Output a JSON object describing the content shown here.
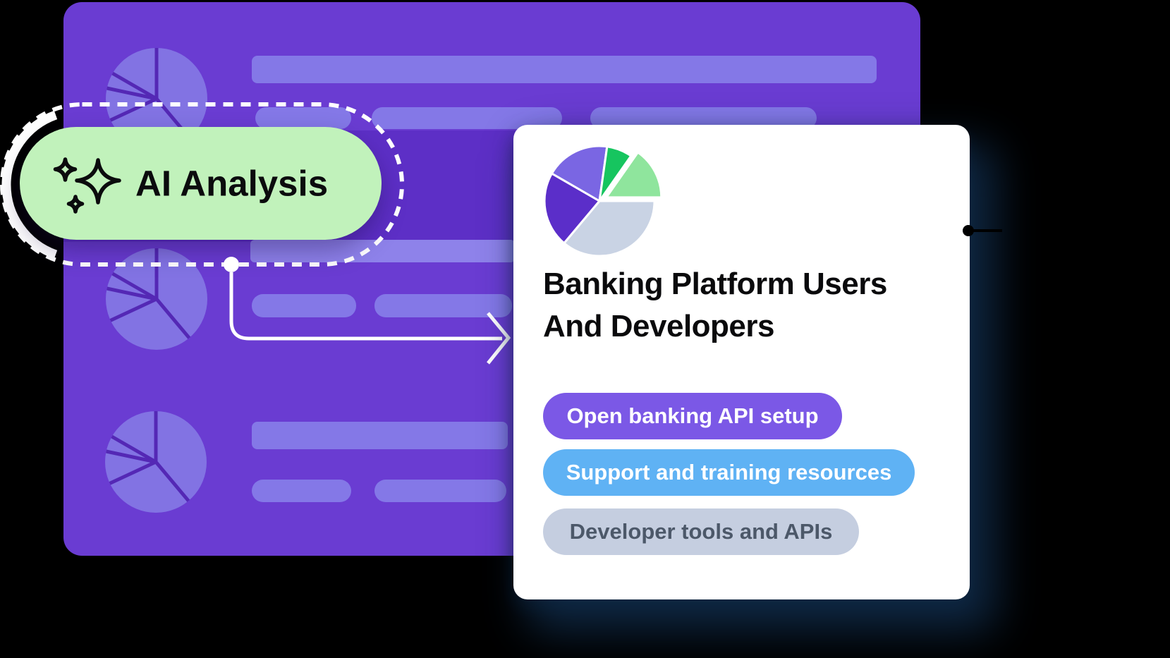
{
  "ai_badge": {
    "label": "AI Analysis",
    "icon": "sparkles-icon",
    "bg_color": "#C1F2BB",
    "text_color": "#0B0B0D"
  },
  "card": {
    "title_lines": [
      "Banking Platform Users",
      "And Developers"
    ],
    "tags": [
      {
        "label": "Open banking API setup",
        "bg": "#7B58E6",
        "fg": "#FFFFFF"
      },
      {
        "label": "Support and training resources",
        "bg": "#5FB2F4",
        "fg": "#FFFFFF"
      },
      {
        "label": "Developer tools and APIs",
        "bg": "#C5CEE0",
        "fg": "#4C5869"
      }
    ],
    "chart": {
      "type": "pie",
      "slices": [
        {
          "name": "lavender",
          "value": 36,
          "color": "#C9D3E4",
          "start": 230,
          "end": 360,
          "exploded": false
        },
        {
          "name": "dark-purple",
          "value": 22,
          "color": "#5B2EC9",
          "start": 150,
          "end": 230,
          "exploded": false
        },
        {
          "name": "periwinkle",
          "value": 19,
          "color": "#7A66E3",
          "start": 82,
          "end": 150,
          "exploded": false
        },
        {
          "name": "bright-green",
          "value": 8,
          "color": "#16C55F",
          "start": 55,
          "end": 82,
          "exploded": false
        },
        {
          "name": "light-green",
          "value": 15,
          "color": "#8FE59D",
          "start": 0,
          "end": 55,
          "exploded": true
        }
      ],
      "gap_color": "#FFFFFF"
    }
  },
  "colors": {
    "page_bg": "#000000",
    "dashboard_bg": "#6A3CD2",
    "dashboard_band": "#5D2FC6",
    "dashboard_bars": "#8478E7",
    "decor_pie_fill": "#8273E3",
    "decor_pie_line": "#5428B5",
    "connector": "#FFFFFF",
    "card_bg": "#FFFFFF"
  }
}
